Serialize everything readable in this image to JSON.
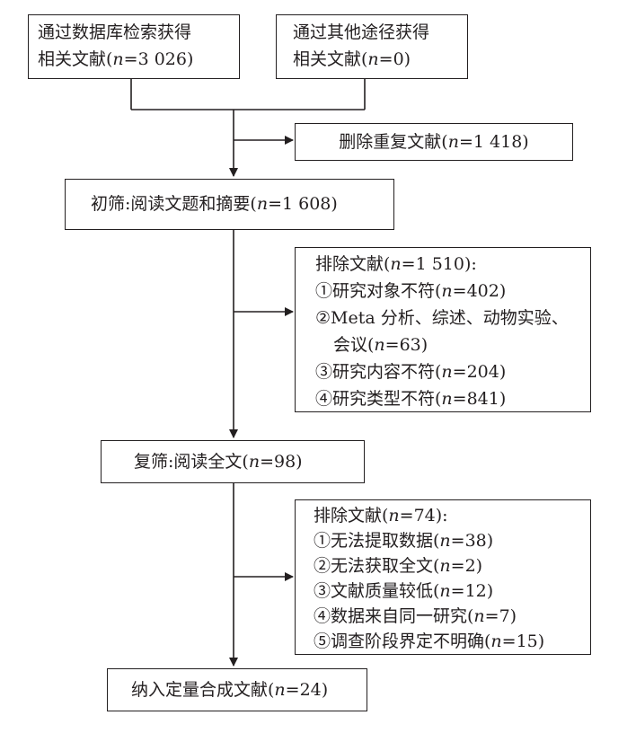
{
  "source_db": [
    "通过数据库检索获得",
    "相关文献(n=3 026)"
  ],
  "source_other": [
    "通过其他途径获得",
    "相关文献(n=0)"
  ],
  "duplicates_removed": "删除重复文献(n=1 418)",
  "initial_screen": "初筛:阅读文题和摘要(n=1 608)",
  "exclusion_1": {
    "title": "排除文献(n=1 510):",
    "items": [
      "①研究对象不符(n=402)",
      "②Meta 分析、综述、动物实验、",
      "会议(n=63)",
      "③研究内容不符(n=204)",
      "④研究类型不符(n=841)"
    ]
  },
  "full_text_screen": "复筛:阅读全文(n=98)",
  "exclusion_2": {
    "title": "排除文献(n=74):",
    "items": [
      "①无法提取数据(n=38)",
      "②无法获取全文(n=2)",
      "③文献质量较低(n=12)",
      "④数据来自同一研究(n=7)",
      "⑤调查阶段界定不明确(n=15)"
    ]
  },
  "included": "纳入定量合成文献(n=24)"
}
